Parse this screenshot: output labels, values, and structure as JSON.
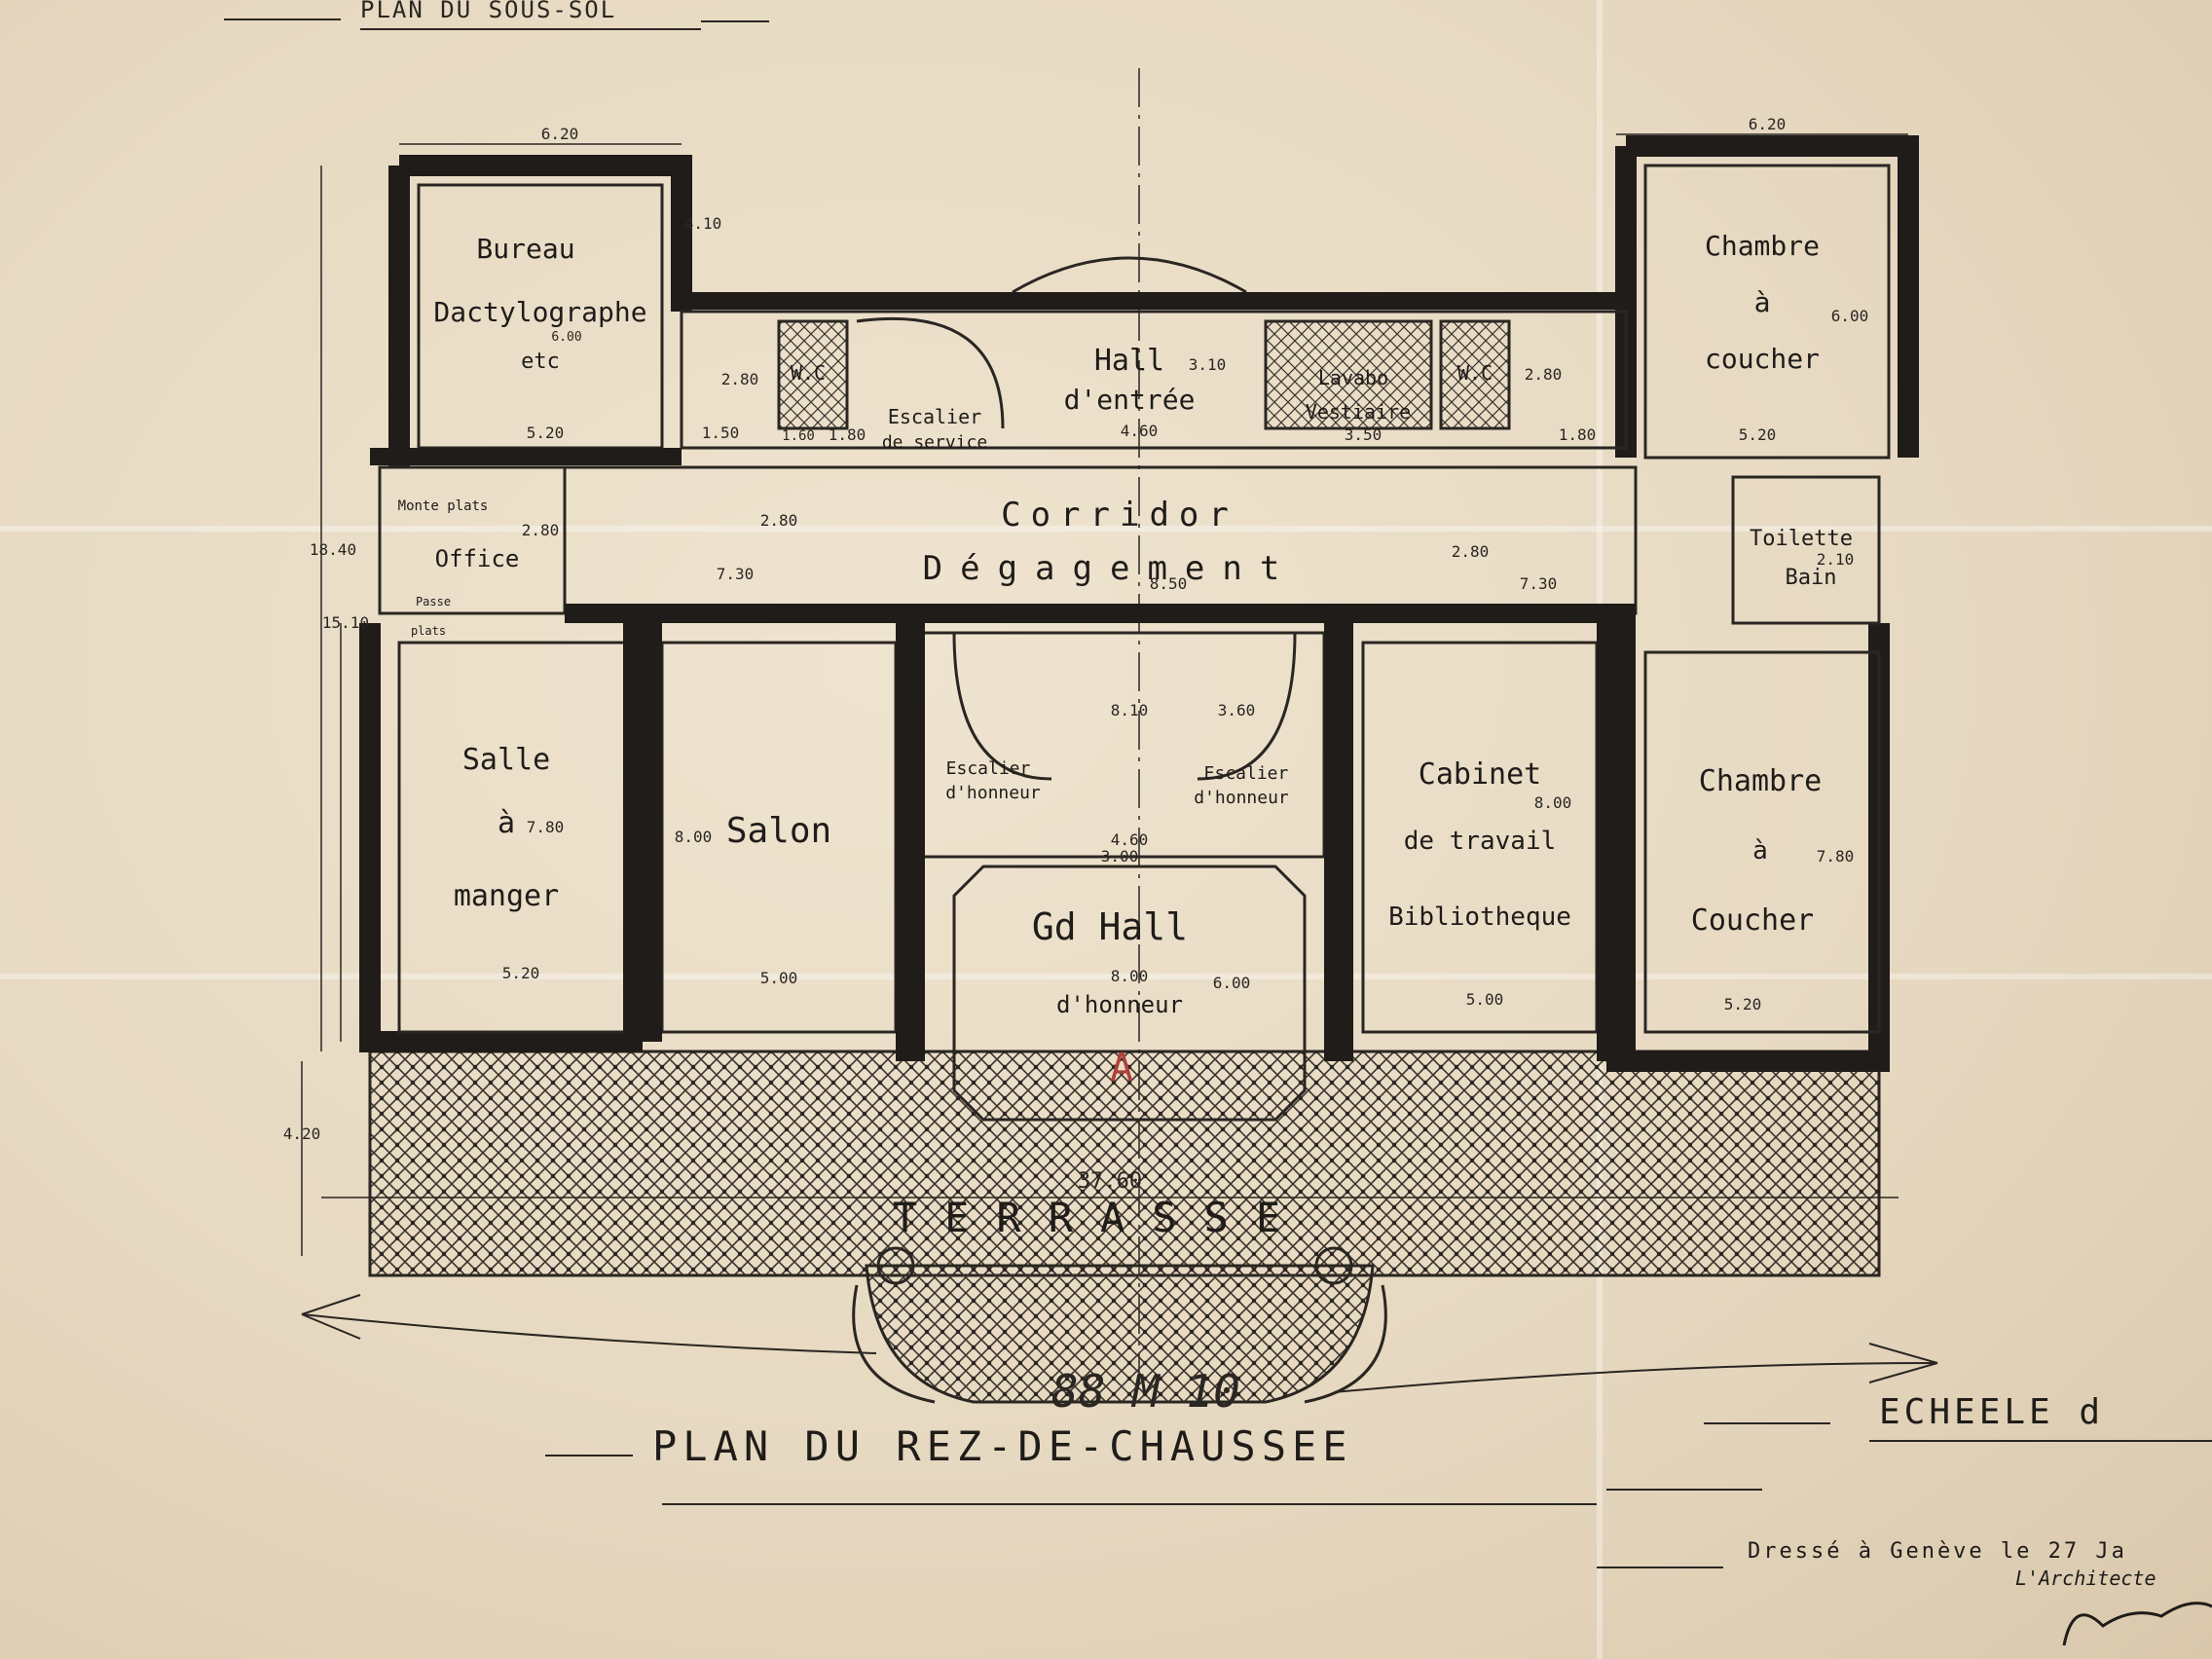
{
  "sheet": {
    "top_title": "PLAN DU SOUS-SOL",
    "main_title": "PLAN DU REZ-DE-CHAUSSEE",
    "scale_label": "ECHEELE d",
    "dresse": "Dressé à Genève le 27 Ja",
    "architecte": "L'Architecte",
    "handwritten": "88 M 10"
  },
  "rooms": {
    "bureau": [
      "Bureau",
      "Dactylographe",
      "etc"
    ],
    "wc_left": "W.C",
    "escalier_service": [
      "Escalier",
      "de service"
    ],
    "hall_entree": [
      "Hall",
      "d'entrée"
    ],
    "lavabo": [
      "Lavabo",
      "Vestiaire"
    ],
    "wc_right": "W.C",
    "chambre_top": [
      "Chambre",
      "à",
      "coucher"
    ],
    "monte_plats": "Monte plats",
    "office": "Office",
    "passe_plats": [
      "Passe",
      "plats"
    ],
    "corridor": [
      "Corridor",
      "Dégagement"
    ],
    "toilette": [
      "Toilette",
      "Bain"
    ],
    "salle": [
      "Salle",
      "à",
      "manger"
    ],
    "salon": "Salon",
    "escalier_honneur_left": [
      "Escalier",
      "d'honneur"
    ],
    "escalier_honneur_right": [
      "Escalier",
      "d'honneur"
    ],
    "grand_hall": [
      "Gd Hall",
      "d'honneur"
    ],
    "cabinet": [
      "Cabinet",
      "de travail",
      "Bibliotheque"
    ],
    "chambre_bottom": [
      "Chambre",
      "à",
      "Coucher"
    ],
    "terrasse": "TERRASSE"
  },
  "dimensions": {
    "d_620_left": "6.20",
    "d_620_right": "6.20",
    "d_600_bureau": "6.00",
    "d_520_bureau": "5.20",
    "d_410": "4.10",
    "d_280_a": "2.80",
    "d_150": "1.50",
    "d_180_a": "1.80",
    "d_160_wc": "1.60",
    "d_310": "3.10",
    "d_460": "4.60",
    "d_350": "3.50",
    "d_280_b": "2.80",
    "d_180_b": "1.80",
    "d_600_chambre": "6.00",
    "d_520_chambre_top": "5.20",
    "d_280_office": "2.80",
    "d_1840": "18.40",
    "d_1510": "15.10",
    "d_280_corr_l": "2.80",
    "d_730_l": "7.30",
    "d_850": "8.50",
    "d_280_corr_r": "2.80",
    "d_730_r": "7.30",
    "d_210": "2.10",
    "d_780_salle": "7.80",
    "d_520_salle": "5.20",
    "d_800_salon": "8.00",
    "d_500_salon": "5.00",
    "d_810": "8.10",
    "d_360": "3.60",
    "d_460_hall": "4.60",
    "d_300": "3.00",
    "d_800_gh": "8.00",
    "d_600_gh": "6.00",
    "d_800_cab": "8.00",
    "d_500_cab": "5.00",
    "d_780_ch": "7.80",
    "d_520_ch": "5.20",
    "d_420": "4.20",
    "d_3760": "37.60"
  },
  "colors": {
    "paper": "#e9dcc6",
    "ink": "#2a2622",
    "wall": "#1f1c19",
    "red_mark": "#b0413a"
  }
}
